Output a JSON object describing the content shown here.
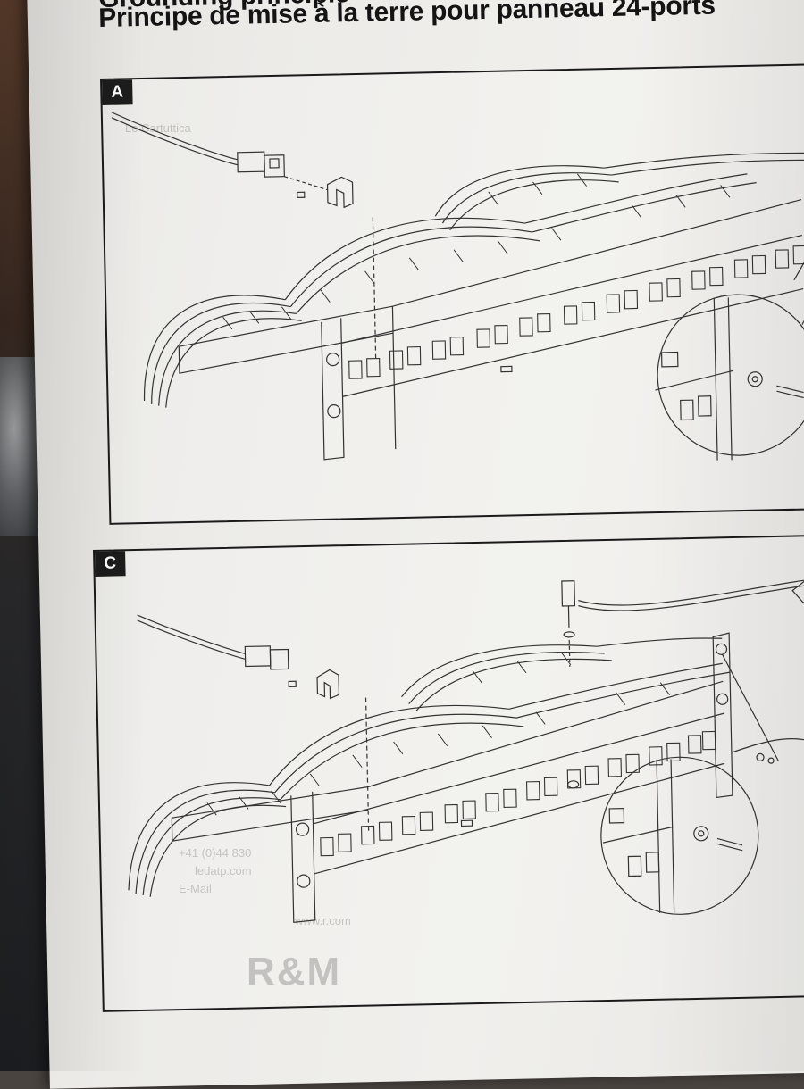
{
  "document": {
    "title_partial": "Grounding principle",
    "title": "Principe de mise à la terre pour panneau 24-ports"
  },
  "panels": [
    {
      "label": "A"
    },
    {
      "label": "C"
    }
  ],
  "show_through": {
    "lines": [
      "+41 (0)44 830",
      "ledatp.com",
      "E-Mail",
      "www.r.com"
    ],
    "logo": "R&M"
  }
}
